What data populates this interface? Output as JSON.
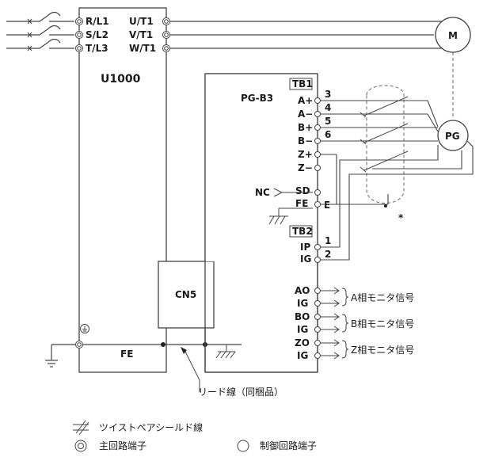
{
  "inverter": {
    "label": "U1000",
    "inputs": [
      "R/L1",
      "S/L2",
      "T/L3"
    ],
    "outputs": [
      "U/T1",
      "V/T1",
      "W/T1"
    ],
    "fe": "FE",
    "cn5": "CN5"
  },
  "motor": {
    "label": "M"
  },
  "encoder": {
    "label": "PG"
  },
  "option_card": {
    "label": "PG-B3",
    "tb1": "TB1",
    "tb2": "TB2",
    "tb1_terminals": [
      "A+",
      "A−",
      "B+",
      "B−",
      "Z+",
      "Z−",
      "SD",
      "FE"
    ],
    "tb1_wire_numbers": [
      "3",
      "4",
      "5",
      "6"
    ],
    "e_label": "E",
    "nc_label": "NC",
    "tb2_terminals": [
      "IP",
      "IG"
    ],
    "tb2_wire_numbers": [
      "1",
      "2"
    ],
    "monitor_terminals": [
      "AO",
      "IG",
      "BO",
      "IG",
      "ZO",
      "IG"
    ],
    "monitor_signals": [
      "A相モニタ信号",
      "B相モニタ信号",
      "Z相モニタ信号"
    ]
  },
  "asterisk": "*",
  "lead_wire_label": "リード線（同梱品）",
  "legend": {
    "twisted_pair": "ツイストペアシールド線",
    "main_circuit": "主回路端子",
    "control_circuit": "制御回路端子"
  }
}
